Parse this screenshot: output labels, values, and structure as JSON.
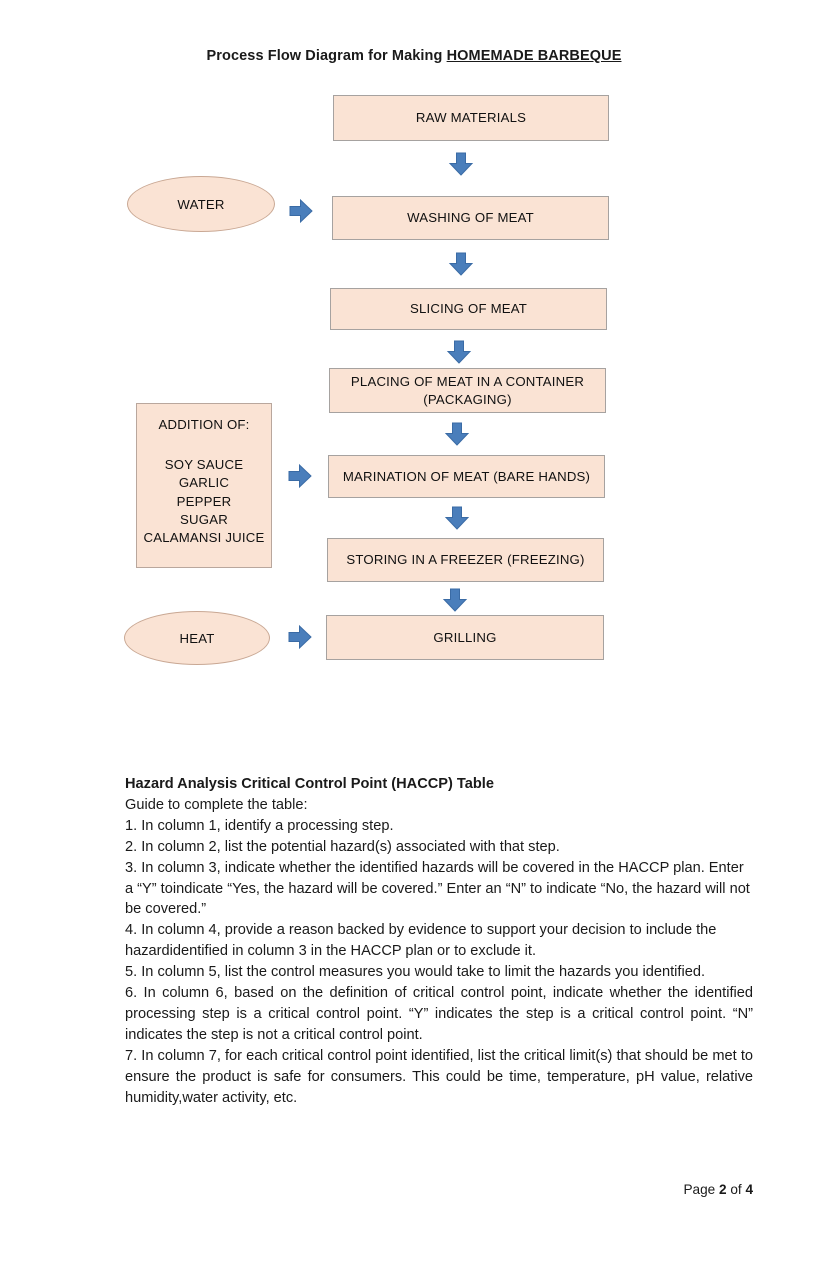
{
  "document": {
    "title_prefix": "Process Flow Diagram for Making ",
    "title_emphasis": "HOMEMADE BARBEQUE"
  },
  "flowchart": {
    "steps": [
      {
        "label": "RAW MATERIALS"
      },
      {
        "label": "WASHING OF MEAT"
      },
      {
        "label": "SLICING OF MEAT"
      },
      {
        "label": "PLACING OF MEAT IN A CONTAINER"
      },
      {
        "label": "(PACKAGING)"
      },
      {
        "label": "MARINATION OF MEAT (BARE HANDS)"
      },
      {
        "label": "STORING IN A FREEZER (FREEZING)"
      },
      {
        "label": "GRILLING"
      }
    ],
    "inputs": {
      "water": "WATER",
      "heat": "HEAT",
      "addition_heading": "ADDITION OF:",
      "addition_items": [
        "SOY SAUCE",
        "GARLIC",
        "PEPPER",
        "SUGAR",
        "CALAMANSI JUICE"
      ]
    },
    "colors": {
      "box_fill": "#fae3d4",
      "box_border": "#a6a2a0",
      "oval_border": "#c9a894",
      "arrow_fill": "#4a7ebb",
      "arrow_stroke": "#3a6ba5"
    }
  },
  "haccp": {
    "heading": "Hazard Analysis Critical Control Point (HACCP) Table",
    "guide_intro": "Guide to complete the table:",
    "items": [
      "1. In column 1, identify a processing step.",
      "2. In column 2, list the potential hazard(s) associated with that step.",
      "3. In column 3, indicate whether the identified hazards will be covered in the HACCP plan. Enter a “Y” toindicate “Yes, the hazard will be covered.” Enter an “N” to indicate “No, the hazard will not be covered.”",
      "4. In column 4, provide a reason backed by evidence to support your decision to include the hazardidentified in column 3 in the HACCP plan or to exclude it.",
      "5. In column 5, list the control measures you would take to limit the hazards you identified.",
      "6. In column 6, based on the definition of critical control point, indicate whether the identified processing step is a critical control point. “Y” indicates the step is a critical control point. “N” indicates the step is not a critical control point.",
      "7. In column 7, for each critical control point identified, list the critical limit(s) that should be met to ensure the product is safe for consumers. This could be time, temperature, pH value, relative humidity,water activity, etc."
    ]
  },
  "footer": {
    "prefix": "Page ",
    "current_page": "2",
    "middle": " of ",
    "total_pages": "4"
  }
}
